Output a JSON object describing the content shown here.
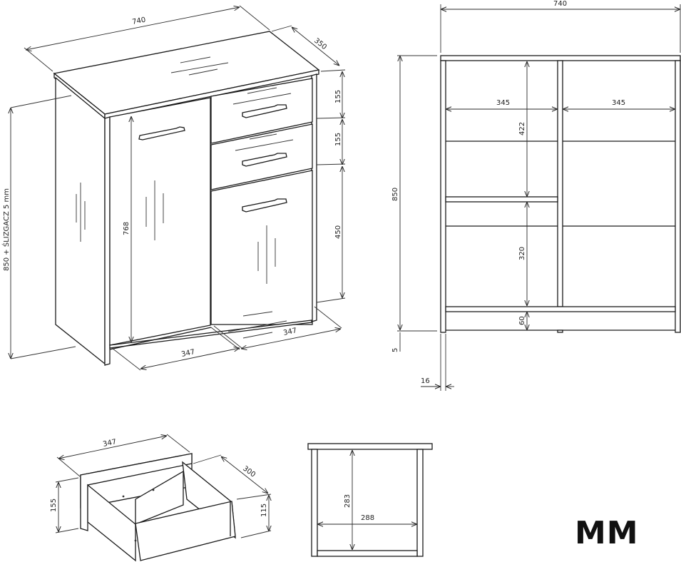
{
  "isometric_view": {
    "width": "740",
    "depth": "350",
    "height_note": "850 + ŚLIZGACZ 5 mm",
    "door_height": "768",
    "drawer1_height": "155",
    "drawer2_height": "155",
    "right_door_height": "450",
    "left_door_width": "347",
    "right_door_width": "347"
  },
  "front_view": {
    "width": "740",
    "height": "850",
    "left_compartment_width": "345",
    "right_compartment_width": "345",
    "upper_clearance": "422",
    "lower_clearance": "320",
    "plinth_height": "60",
    "glide_height": "5",
    "panel_thickness": "16"
  },
  "drawer_view": {
    "front_width": "347",
    "depth": "300",
    "front_height": "155",
    "box_height": "115"
  },
  "side_section": {
    "inner_height": "283",
    "inner_width": "288"
  },
  "brand": {
    "logo_text": "MM"
  }
}
